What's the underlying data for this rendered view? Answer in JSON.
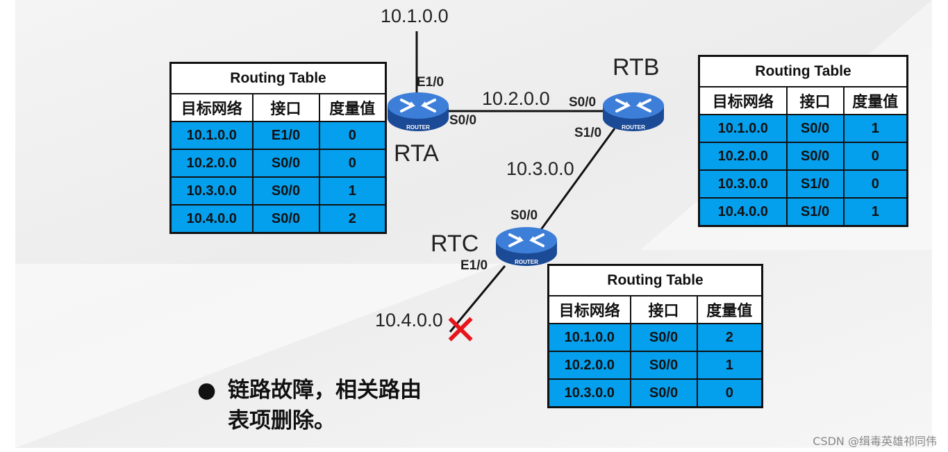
{
  "routers": {
    "rta": {
      "name": "RTA",
      "badge": "ROUTER"
    },
    "rtb": {
      "name": "RTB",
      "badge": "ROUTER"
    },
    "rtc": {
      "name": "RTC",
      "badge": "ROUTER"
    }
  },
  "networks": {
    "n1": "10.1.0.0",
    "n2": "10.2.0.0",
    "n3": "10.3.0.0",
    "n4": "10.4.0.0"
  },
  "interfaces": {
    "rta_e10": "E1/0",
    "rta_s00": "S0/0",
    "rtb_s00": "S0/0",
    "rtb_s10": "S1/0",
    "rtc_s00": "S0/0",
    "rtc_e10": "E1/0"
  },
  "failure_mark": "✕",
  "colors": {
    "row_fill": "#04a0ee",
    "failure": "#e8141b",
    "router_body": "#2f6fc9"
  },
  "tables": {
    "rta": {
      "title": "Routing Table",
      "headers": [
        "目标网络",
        "接口",
        "度量值"
      ],
      "rows": [
        [
          "10.1.0.0",
          "E1/0",
          "0"
        ],
        [
          "10.2.0.0",
          "S0/0",
          "0"
        ],
        [
          "10.3.0.0",
          "S0/0",
          "1"
        ],
        [
          "10.4.0.0",
          "S0/0",
          "2"
        ]
      ]
    },
    "rtb": {
      "title": "Routing Table",
      "headers": [
        "目标网络",
        "接口",
        "度量值"
      ],
      "rows": [
        [
          "10.1.0.0",
          "S0/0",
          "1"
        ],
        [
          "10.2.0.0",
          "S0/0",
          "0"
        ],
        [
          "10.3.0.0",
          "S1/0",
          "0"
        ],
        [
          "10.4.0.0",
          "S1/0",
          "1"
        ]
      ]
    },
    "rtc": {
      "title": "Routing Table",
      "headers": [
        "目标网络",
        "接口",
        "度量值"
      ],
      "rows": [
        [
          "10.1.0.0",
          "S0/0",
          "2"
        ],
        [
          "10.2.0.0",
          "S0/0",
          "1"
        ],
        [
          "10.3.0.0",
          "S0/0",
          "0"
        ]
      ]
    }
  },
  "bullet": {
    "symbol": "●",
    "text": "链路故障，相关路由表项删除。"
  },
  "watermark": "CSDN @缉毒英雄祁同伟"
}
